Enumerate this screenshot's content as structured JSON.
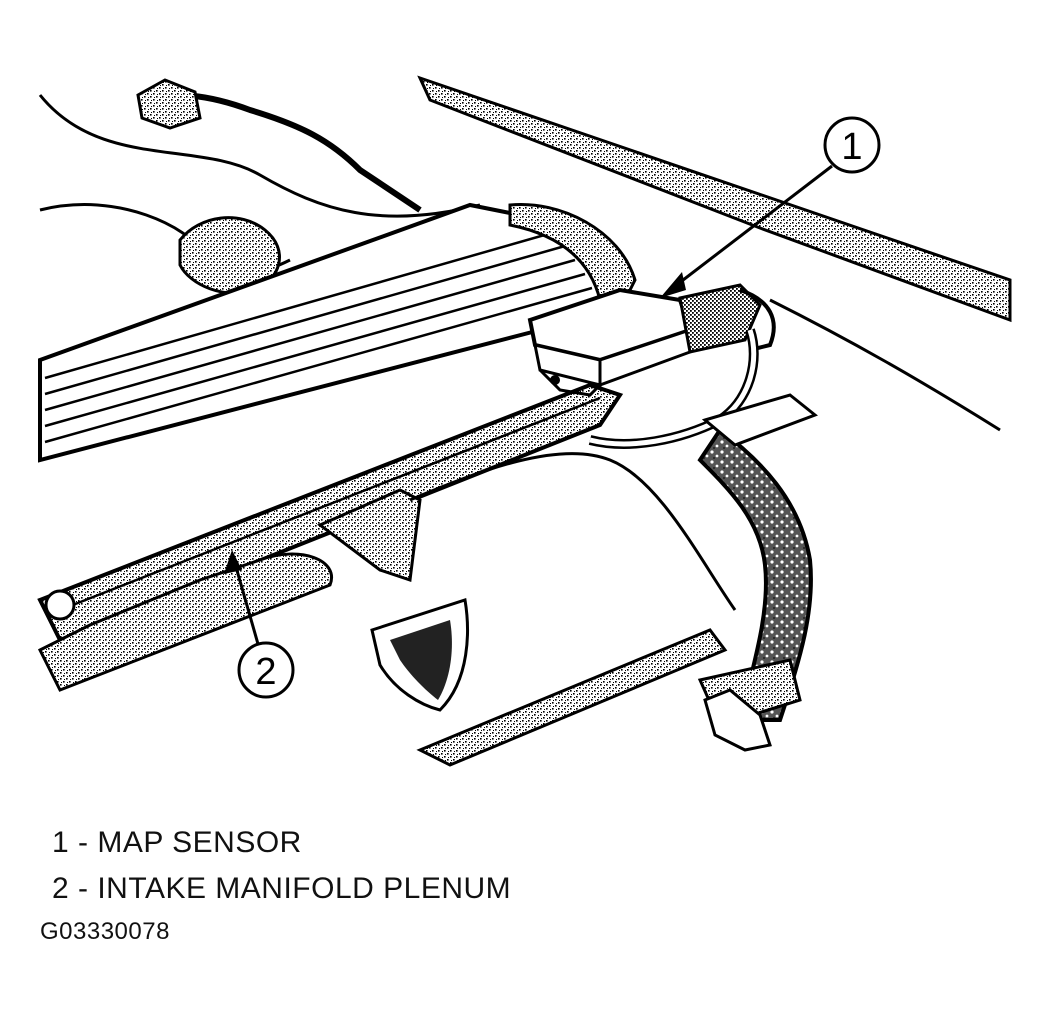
{
  "callouts": [
    {
      "number": "1",
      "label": "MAP SENSOR"
    },
    {
      "number": "2",
      "label": "INTAKE MANIFOLD PLENUM"
    }
  ],
  "legend": [
    "1 - MAP SENSOR",
    "2 - INTAKE MANIFOLD PLENUM"
  ],
  "figure_id": "G03330078",
  "colors": {
    "ink": "#000000",
    "paper": "#ffffff"
  }
}
